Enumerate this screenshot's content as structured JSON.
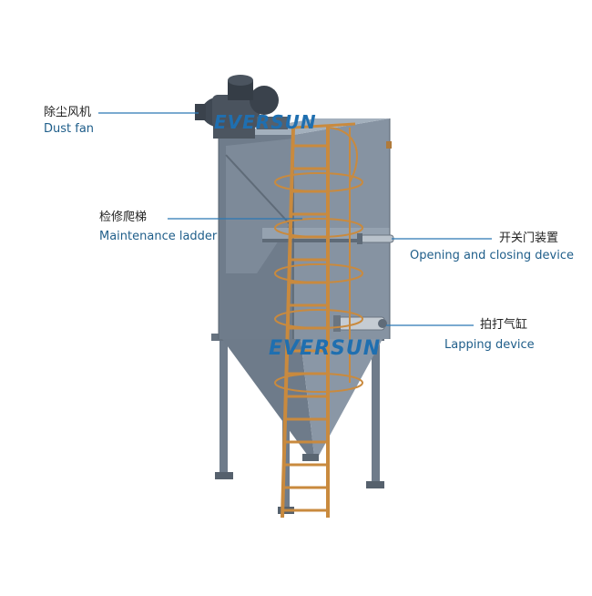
{
  "brand": {
    "logo_text": "EVERSUN",
    "logo_color": "#1f6fb0"
  },
  "colors": {
    "steel": "#7d8a99",
    "steel_dark": "#5f6b78",
    "steel_light": "#98a5b3",
    "ladder": "#c98a3e",
    "leader_line": "#2b78b5"
  },
  "callouts": [
    {
      "id": "dust-fan",
      "cn": "除尘风机",
      "en": "Dust fan"
    },
    {
      "id": "maintenance-ladder",
      "cn": "检修爬梯",
      "en": "Maintenance ladder"
    },
    {
      "id": "opening-closing-device",
      "cn": "开关门装置",
      "en": "Opening and closing device"
    },
    {
      "id": "lapping-device",
      "cn": "拍打气缸",
      "en": "Lapping device"
    }
  ]
}
